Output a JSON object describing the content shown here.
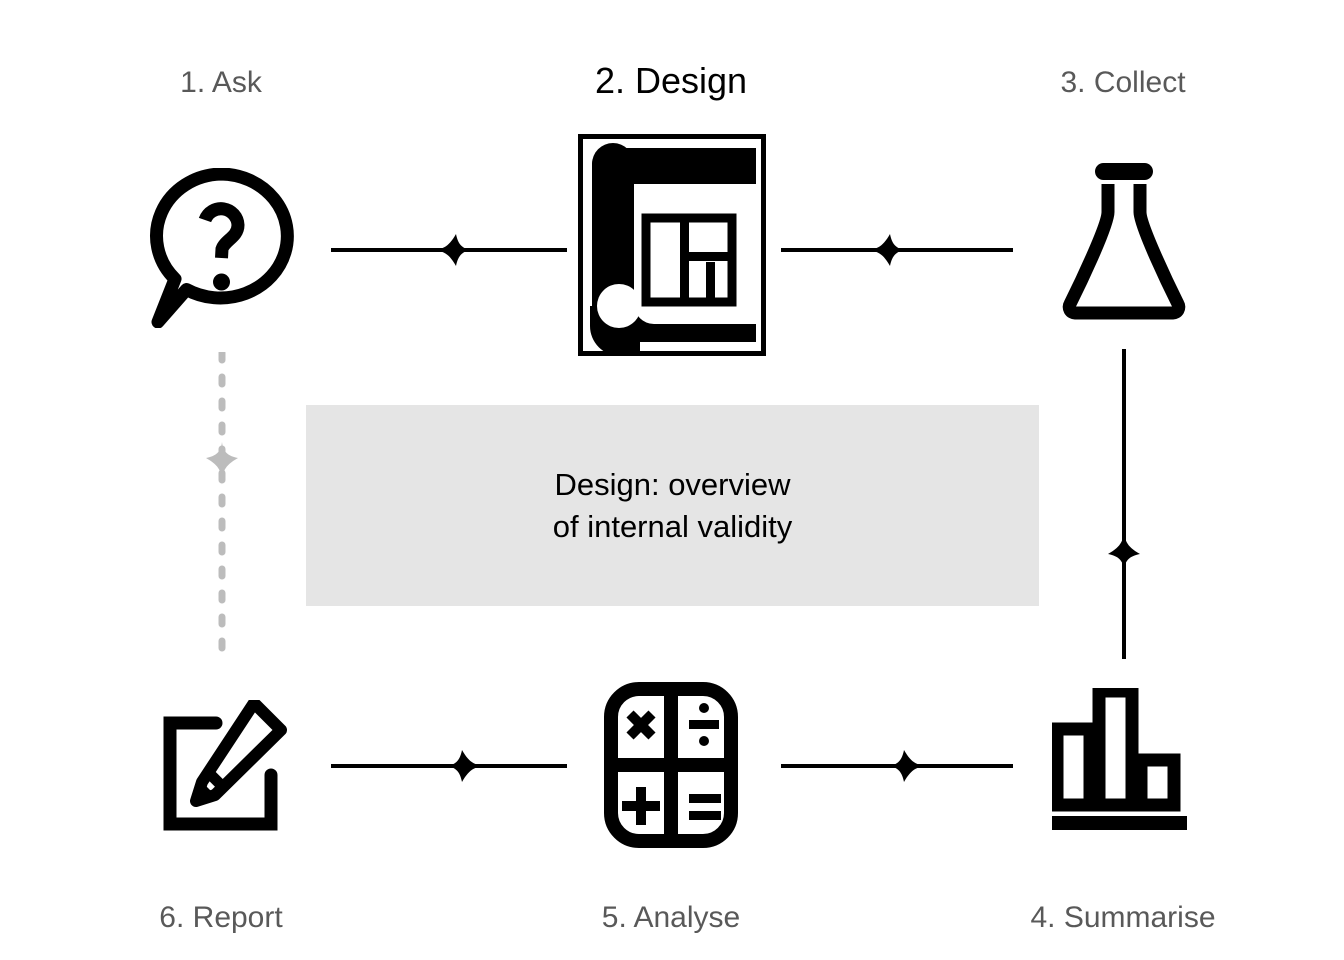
{
  "diagram": {
    "title_note": {
      "line1": "Design: overview",
      "line2": "of internal validity",
      "background_color": "#e5e5e5",
      "text_color": "#000000"
    },
    "label_color": "#595959",
    "emphasis_color": "#000000",
    "dashed_connector_color": "#bcbcbc",
    "solid_connector_color": "#000000",
    "steps": [
      {
        "id": "ask",
        "label": "1. Ask",
        "icon": "speech-bubble-question-icon",
        "emphasis": false
      },
      {
        "id": "design",
        "label": "2. Design",
        "icon": "blueprint-icon",
        "emphasis": true
      },
      {
        "id": "collect",
        "label": "3. Collect",
        "icon": "flask-icon",
        "emphasis": false
      },
      {
        "id": "summarise",
        "label": "4. Summarise",
        "icon": "bar-chart-icon",
        "emphasis": false
      },
      {
        "id": "analyse",
        "label": "5. Analyse",
        "icon": "calculator-icon",
        "emphasis": false
      },
      {
        "id": "report",
        "label": "6. Report",
        "icon": "document-pencil-icon",
        "emphasis": false
      }
    ],
    "connectors": [
      {
        "id": "ask-to-design",
        "from": "ask",
        "to": "design",
        "direction": "right",
        "style": "solid"
      },
      {
        "id": "design-to-collect",
        "from": "design",
        "to": "collect",
        "direction": "right",
        "style": "solid"
      },
      {
        "id": "collect-to-summarise",
        "from": "collect",
        "to": "summarise",
        "direction": "down",
        "style": "solid"
      },
      {
        "id": "summarise-to-analyse",
        "from": "summarise",
        "to": "analyse",
        "direction": "left",
        "style": "solid"
      },
      {
        "id": "analyse-to-report",
        "from": "analyse",
        "to": "report",
        "direction": "left",
        "style": "solid"
      },
      {
        "id": "report-to-ask",
        "from": "report",
        "to": "ask",
        "direction": "up",
        "style": "dashed"
      }
    ]
  }
}
